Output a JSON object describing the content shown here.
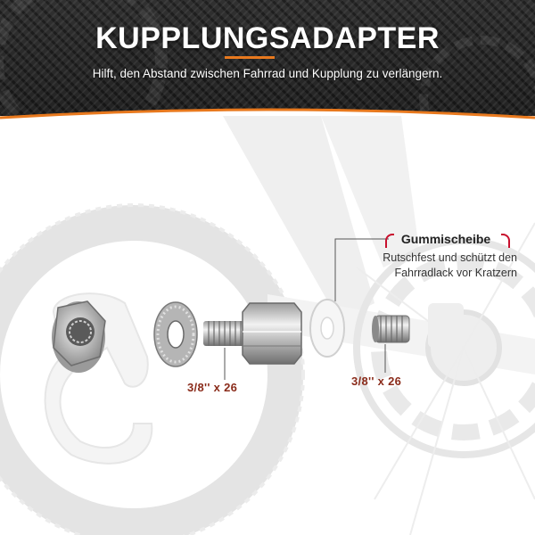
{
  "banner": {
    "title": "KUPPLUNGSADAPTER",
    "subtitle": "Hilft, den Abstand zwischen Fahrrad und Kupplung zu verlängern."
  },
  "callout": {
    "title": "Gummischeibe",
    "description_line1": "Rutschfest und schützt den",
    "description_line2": "Fahrradlack vor Kratzern"
  },
  "labels": {
    "size_left": "3/8'' x 26",
    "size_right": "3/8'' x 26"
  },
  "colors": {
    "accent": "#e8791e",
    "bracket": "#c8102e",
    "size_text": "#8a2b1a",
    "banner_bg": "#222222"
  }
}
